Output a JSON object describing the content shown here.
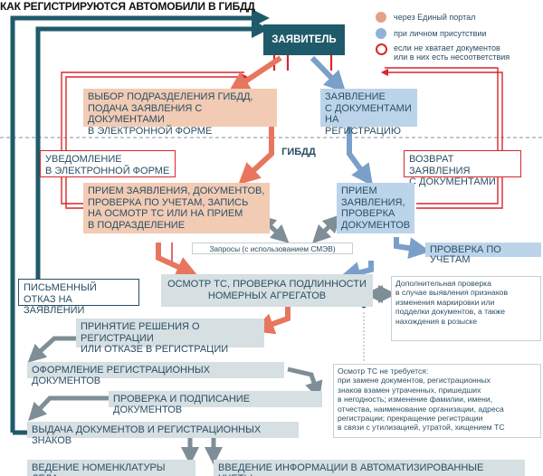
{
  "title": "КАК РЕГИСТРИРУЮТСЯ АВТОМОБИЛИ В ГИБДД",
  "colors": {
    "teal": "#1f5a6a",
    "red": "#d8262b",
    "peach": "#f2cbb4",
    "blue": "#bcd4ea",
    "grey": "#d6dfe2",
    "arrow_salmon": "#e8765f",
    "arrow_blue": "#7a9fc9",
    "arrow_grey": "#7f8e96"
  },
  "legend": {
    "portal": "через Единый портал",
    "personal": "при личном присутствии",
    "mismatch": "если не хватает документов\nили в них есть несоответствия"
  },
  "applicant": "ЗАЯВИТЕЛЬ",
  "gibdd": "ГИБДД",
  "nodes": {
    "select_division": "ВЫБОР ПОДРАЗДЕЛЕНИЯ ГИБДД,\nПОДАЧА ЗАЯВЛЕНИЯ С ДОКУМЕНТАМИ\nВ ЭЛЕКТРОННОЙ ФОРМЕ",
    "statement_docs": "ЗАЯВЛЕНИЕ\nС ДОКУМЕНТАМИ\nНА РЕГИСТРАЦИЮ",
    "notification": "УВЕДОМЛЕНИЕ\nВ ЭЛЕКТРОННОЙ ФОРМЕ",
    "return_statement": "ВОЗВРАТ ЗАЯВЛЕНИЯ\nС ДОКУМЕНТАМИ",
    "receive_portal": "ПРИЕМ ЗАЯВЛЕНИЯ, ДОКУМЕНТОВ,\nПРОВЕРКА ПО УЧЕТАМ, ЗАПИСЬ\nНА ОСМОТР ТС ИЛИ НА ПРИЕМ\nВ ПОДРАЗДЕЛЕНИЕ",
    "receive_personal": "ПРИЕМ\nЗАЯВЛЕНИЯ,\nПРОВЕРКА\nДОКУМЕНТОВ",
    "requests": "Запросы (с использованием СМЭВ)",
    "check_records": "ПРОВЕРКА ПО УЧЕТАМ",
    "written_refusal": "ПИСЬМЕННЫЙ\nОТКАЗ НА ЗАЯВЛЕНИИ",
    "inspection": "ОСМОТР ТС, ПРОВЕРКА ПОДЛИННОСТИ\nНОМЕРНЫХ АГРЕГАТОВ",
    "extra_check": "Дополнительная проверка\nв случае выявления признаков\nизменения маркировки или\nподделки документов, а также\nнахождения в розыске",
    "decision": "ПРИНЯТИЕ РЕШЕНИЯ О РЕГИСТРАЦИИ\nИЛИ ОТКАЗЕ В РЕГИСТРАЦИИ",
    "paperwork": "ОФОРМЛЕНИЕ РЕГИСТРАЦИОННЫХ ДОКУМЕНТОВ",
    "sign_check": "ПРОВЕРКА И ПОДПИСАНИЕ ДОКУМЕНТОВ",
    "issue": "ВЫДАЧА ДОКУМЕНТОВ И РЕГИСТРАЦИОННЫХ ЗНАКОВ",
    "nomenclature": "ВЕДЕНИЕ НОМЕНКЛАТУРЫ ДЕЛА",
    "auto_systems": "ВВЕДЕНИЕ ИНФОРМАЦИИ В АВТОМАТИЗИРОВАННЫЕ УЧЕТЫ"
  },
  "no_inspection_note": "Осмотр ТС не требуется:\nпри замене документов, регистрационных\nзнаков взамен утраченных, пришедших\nв негодность; изменение фамилии, имени,\nотчества, наименование организации, адреса\nрегистрации; прекращение регистрации\nв связи с утилизацией, утратой, хищением ТС"
}
